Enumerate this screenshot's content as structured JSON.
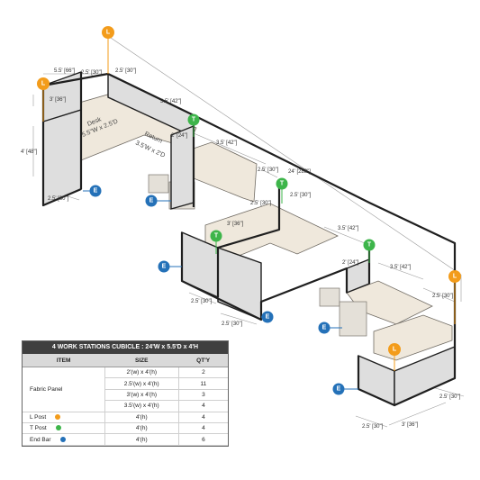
{
  "colors": {
    "l_post": "#f39c1b",
    "t_post": "#3db54a",
    "end_bar": "#2471b8"
  },
  "markers": {
    "l": "L",
    "t": "T",
    "e": "E"
  },
  "dims": {
    "d_5_5": "5.5' [66\"]",
    "d_2_5_30_a": "2.5' [30\"]",
    "d_2_5_30_b": "2.5' [30\"]",
    "d_3_5_42_a": "3.5' [42\"]",
    "d_3_36_a": "3' [36\"]",
    "d_4_48": "4' [48\"]",
    "d_2_5_30_c": "2.5' [30\"]",
    "d_2_24_a": "2' [24\"]",
    "d_3_5_42_b": "3.5' [42\"]",
    "d_2_5_30_d": "2.5' [30\"]",
    "d_24_288": "24' [288\"]",
    "d_2_5_30_e": "2.5' [30\"]",
    "d_2_5_30_f": "2.5' [30\"]",
    "d_3_36_b": "3' [36\"]",
    "d_3_5_42_c": "3.5' [42\"]",
    "d_2_24_b": "2' [24\"]",
    "d_3_5_42_d": "3.5' [42\"]",
    "d_2_5_30_g": "2.5' [30\"]",
    "d_2_5_30_h": "2.5' [30\"]",
    "d_2_5_30_i": "2.5' [30\"]",
    "d_2_5_30_j": "2.5' [30\"]",
    "d_3_36_c": "3' [36\"]"
  },
  "desk_labels": {
    "desk": "Desk",
    "desk_size": "5.5\"W x 2.5'D",
    "return": "Return",
    "return_size": "3.5'W x 2'D"
  },
  "spec_table": {
    "title": "4 WORK STATIONS  CUBICLE  : 24'W x 5.5'D x 4'H",
    "headers": {
      "item": "ITEM",
      "size": "SIZE",
      "qty": "QT'Y"
    },
    "fabric_panel_label": "Fabric Panel",
    "fabric_rows": [
      {
        "size": "2'(w) x 4'(h)",
        "qty": "2"
      },
      {
        "size": "2.5'(w) x 4'(h)",
        "qty": "11"
      },
      {
        "size": "3'(w) x 4'(h)",
        "qty": "3"
      },
      {
        "size": "3.5'(w) x 4'(h)",
        "qty": "4"
      }
    ],
    "posts": [
      {
        "item": "L Post",
        "size": "4'(h)",
        "qty": "4"
      },
      {
        "item": "T Post",
        "size": "4'(h)",
        "qty": "4"
      },
      {
        "item": "End  Bar",
        "size": "4'(h)",
        "qty": "6"
      }
    ]
  }
}
